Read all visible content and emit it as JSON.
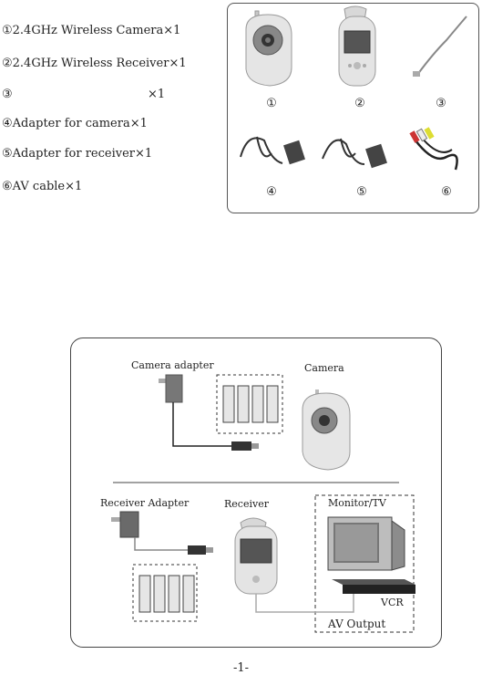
{
  "parts": [
    {
      "num": "①",
      "name": "2.4GHz Wireless Camera",
      "qty": "×1"
    },
    {
      "num": "②",
      "name": "2.4GHz Wireless Receiver",
      "qty": "×1"
    },
    {
      "num": "③",
      "name": "",
      "qty": "×1"
    },
    {
      "num": "④",
      "name": "Adapter for camera",
      "qty": "×1"
    },
    {
      "num": "⑤",
      "name": "Adapter for receiver",
      "qty": "×1"
    },
    {
      "num": "⑥",
      "name": "AV cable",
      "qty": "×1"
    }
  ],
  "figure_captions": [
    "①",
    "②",
    "③",
    "④",
    "⑤",
    "⑥"
  ],
  "diagram": {
    "camera_adapter": "Camera adapter",
    "camera": "Camera",
    "receiver_adapter": "Receiver Adapter",
    "receiver": "Receiver",
    "monitor_tv": "Monitor/TV",
    "vcr": "VCR",
    "av_output": "AV Output"
  },
  "page_number": "-1-"
}
